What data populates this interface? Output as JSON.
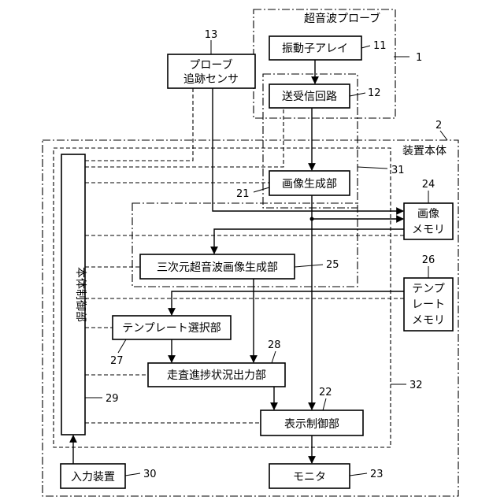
{
  "groups": {
    "probe": {
      "label": "超音波プローブ",
      "ref": "1"
    },
    "main_body": {
      "label": "装置本体",
      "ref": "2"
    },
    "inner_31": {
      "ref": "31"
    },
    "inner_32": {
      "ref": "32"
    }
  },
  "blocks": {
    "transducer_array": {
      "label": "振動子アレイ",
      "ref": "11"
    },
    "tx_rx_circuit": {
      "label": "送受信回路",
      "ref": "12"
    },
    "probe_tracking_sensor": {
      "lines": [
        "プローブ",
        "追跡センサ"
      ],
      "ref": "13"
    },
    "image_generator": {
      "label": "画像生成部",
      "ref": "21"
    },
    "image_memory": {
      "lines": [
        "画像",
        "メモリ"
      ],
      "ref": "24"
    },
    "volume_image_generator": {
      "label": "三次元超音波画像生成部",
      "ref": "25"
    },
    "template_memory": {
      "lines": [
        "テンプ",
        "レート",
        "メモリ"
      ],
      "ref": "26"
    },
    "template_selector": {
      "label": "テンプレート選択部",
      "ref": "27"
    },
    "scan_progress_output": {
      "label": "走査進捗状況出力部",
      "ref": "28"
    },
    "main_controller": {
      "label": "本体制御部",
      "ref": "29"
    },
    "input_device": {
      "label": "入力装置",
      "ref": "30"
    },
    "display_controller": {
      "label": "表示制御部",
      "ref": "22"
    },
    "monitor": {
      "label": "モニタ",
      "ref": "23"
    }
  }
}
